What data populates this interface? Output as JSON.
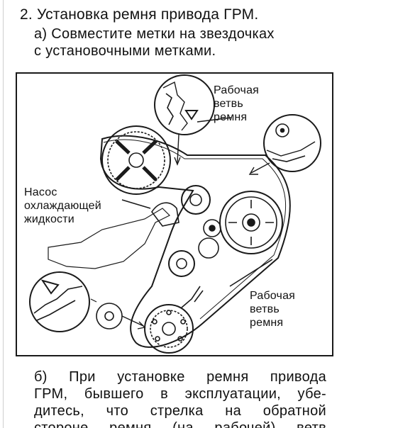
{
  "section": {
    "title": "2. Установка ремня привода ГРМ.",
    "step_a_line1": "а) Совместите метки на звездочках",
    "step_a_line2": "с установочными метками."
  },
  "figure": {
    "label_top": [
      "Рабочая",
      "ветвь",
      "ремня"
    ],
    "label_pump": [
      "Насос",
      "охлаждающей",
      "жидкости"
    ],
    "label_bottom": [
      "Рабочая",
      "ветвь",
      "ремня"
    ]
  },
  "step_b": {
    "lines": [
      "б) При установке ремня привода",
      "ГРМ, бывшего в эксплуатации, убе-",
      "дитесь, что стрелка на обратной"
    ],
    "partial_line": "стороне ремня (на рабочей) ветв"
  }
}
